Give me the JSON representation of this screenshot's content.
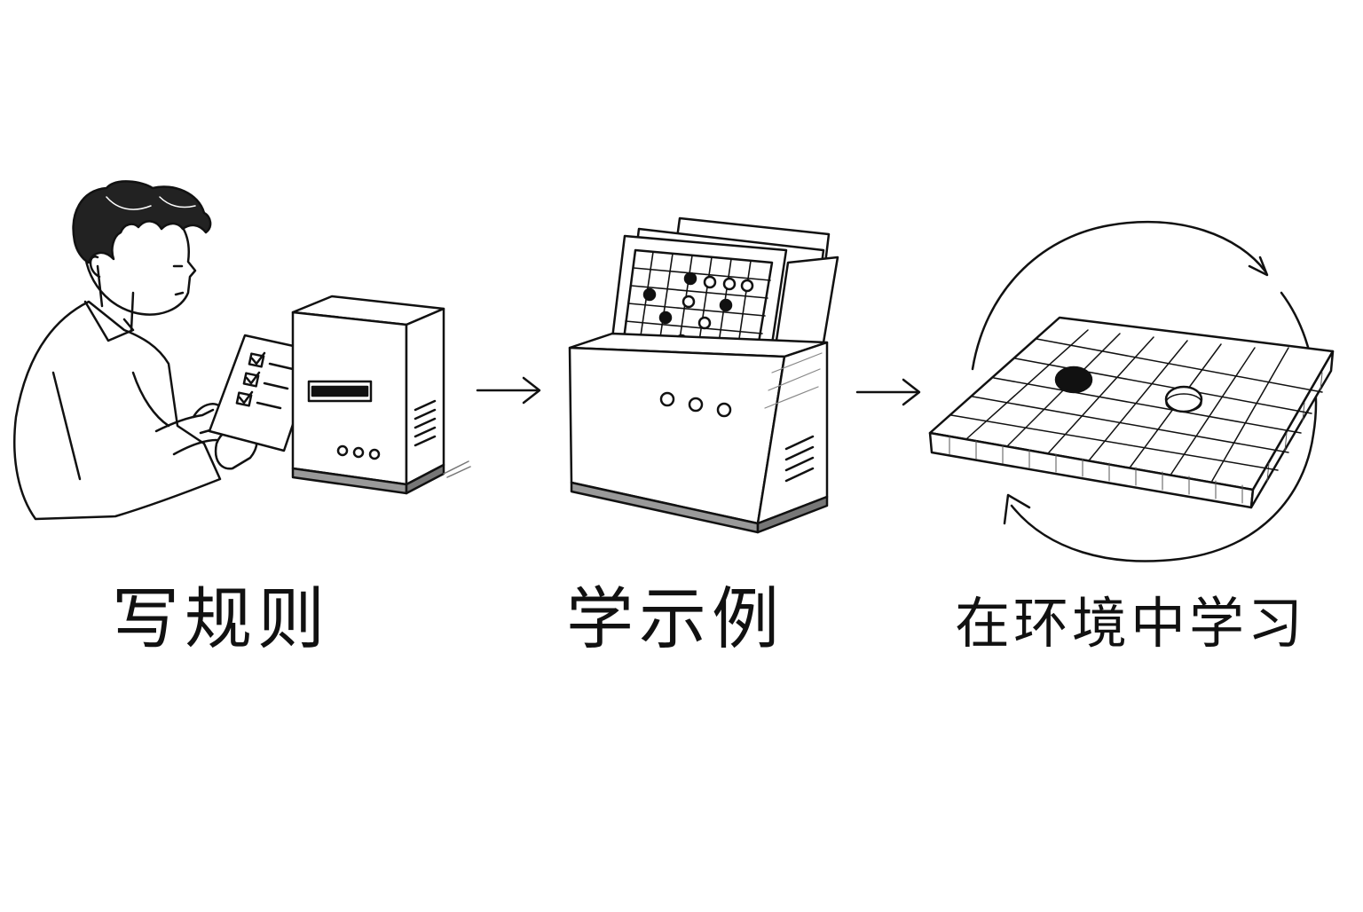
{
  "stages": [
    {
      "id": "write-rules",
      "label": "写规则",
      "icon": "person-writing-rules-icon"
    },
    {
      "id": "learn-examples",
      "label": "学示例",
      "icon": "game-records-box-icon"
    },
    {
      "id": "learn-in-environment",
      "label": "在环境中学习",
      "icon": "go-board-cycle-icon"
    }
  ],
  "arrows": [
    "right-arrow-icon",
    "right-arrow-icon"
  ],
  "colors": {
    "ink": "#111111",
    "paper": "#ffffff",
    "hatch": "#555555"
  }
}
